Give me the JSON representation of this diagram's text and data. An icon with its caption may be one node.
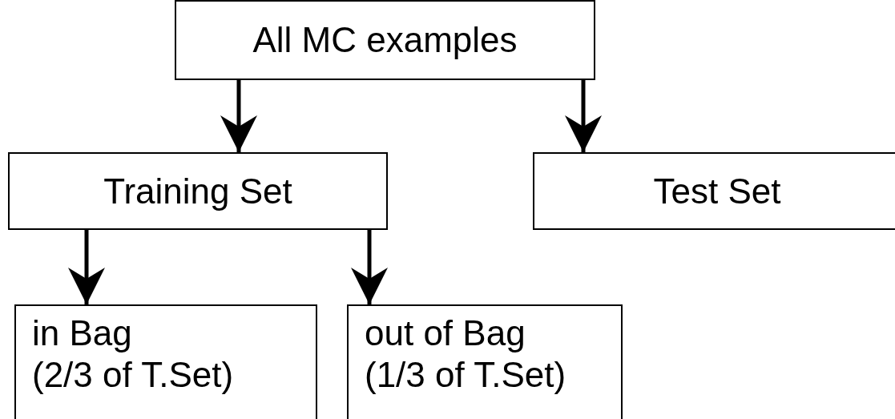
{
  "diagram": {
    "nodes": [
      {
        "text": [
          "All MC examples"
        ]
      },
      {
        "text": [
          "Training Set"
        ]
      },
      {
        "text": [
          "Test Set"
        ]
      },
      {
        "text": [
          "in Bag",
          "(2/3 of T.Set)"
        ]
      },
      {
        "text": [
          "out of Bag",
          "(1/3 of T.Set)"
        ]
      }
    ],
    "edges": [
      {
        "from": 0,
        "to": 1,
        "arrow": "to"
      },
      {
        "from": 0,
        "to": 2,
        "arrow": "to"
      },
      {
        "from": 1,
        "to": 3,
        "arrow": "to"
      },
      {
        "from": 1,
        "to": 4,
        "arrow": "to"
      }
    ]
  }
}
